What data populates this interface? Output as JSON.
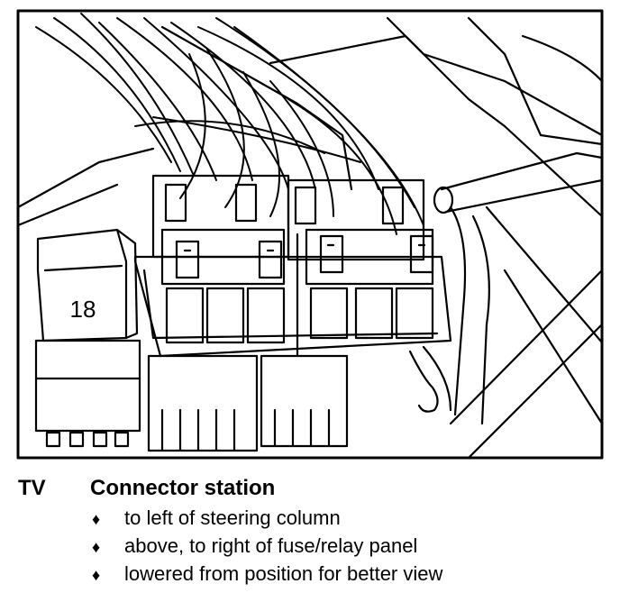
{
  "figure": {
    "fuse_box_number": "18"
  },
  "caption": {
    "code": "TV",
    "title": "Connector station",
    "bullet_glyph": "♦",
    "bullets": [
      "to left of steering column",
      "above, to right of fuse/relay panel",
      "lowered from position for better view"
    ]
  }
}
